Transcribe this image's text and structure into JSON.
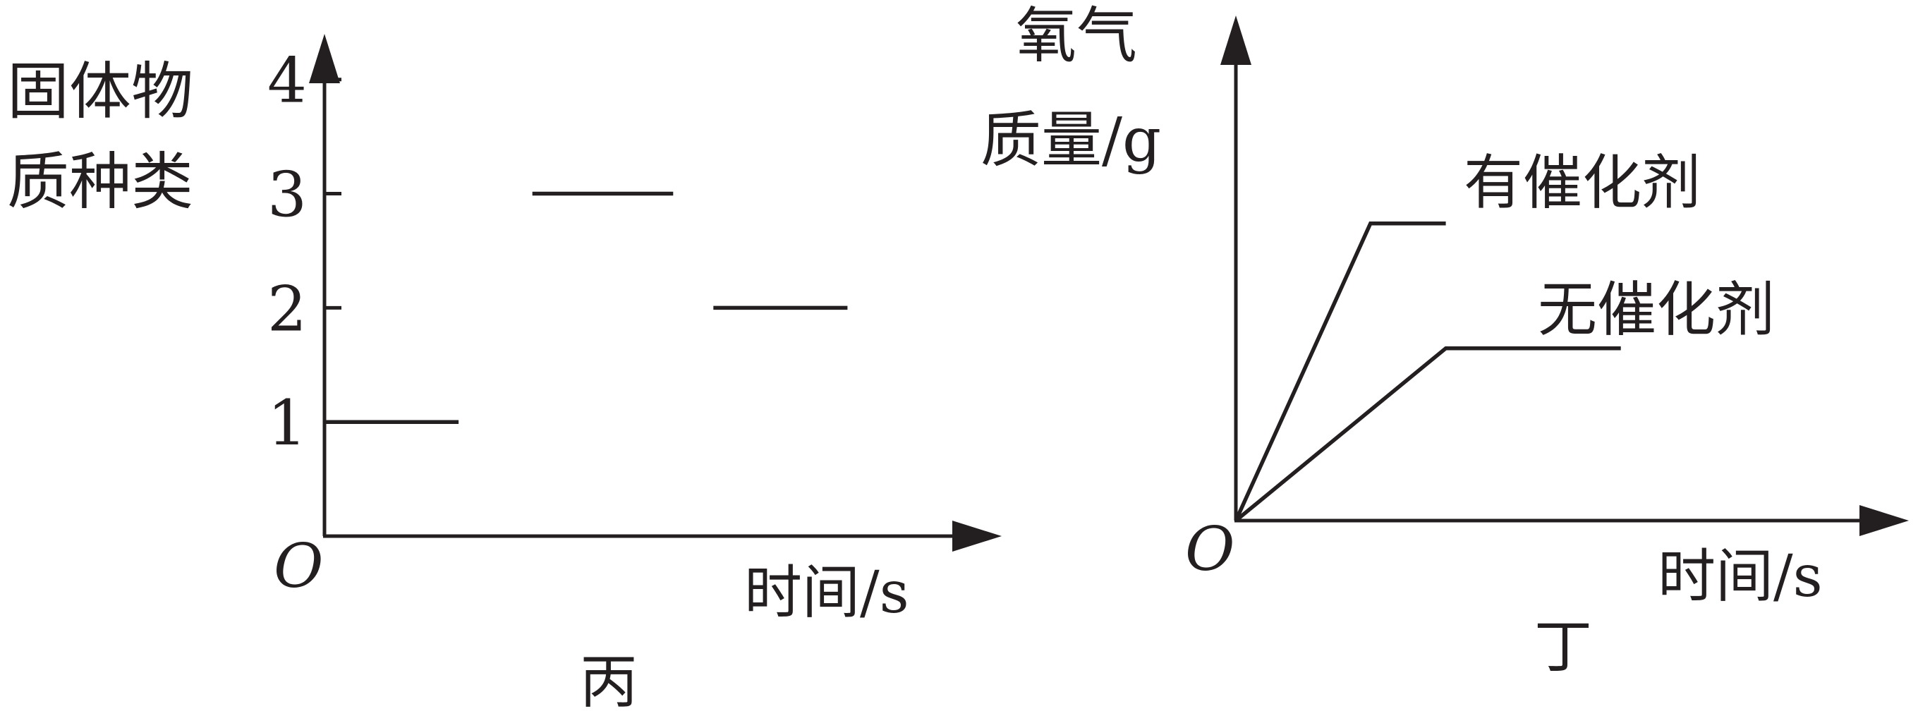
{
  "chart_data": [
    {
      "type": "line",
      "caption": "丙",
      "ylabel": [
        "固体物",
        "质种类"
      ],
      "xlabel": "时间/s",
      "origin_label": "O",
      "yticks": [
        "1",
        "2",
        "3",
        "4"
      ],
      "ylim": [
        0,
        4.4
      ],
      "series": [
        {
          "x": [
            0,
            1
          ],
          "y": [
            1,
            1
          ]
        },
        {
          "x": [
            1.55,
            2.6
          ],
          "y": [
            3,
            3
          ]
        },
        {
          "x": [
            2.9,
            3.9
          ],
          "y": [
            2,
            2
          ]
        }
      ],
      "xlim": [
        0,
        5.05
      ]
    },
    {
      "type": "line",
      "caption": "丁",
      "ylabel": [
        "氧气",
        "质量/g"
      ],
      "xlabel": "时间/s",
      "origin_label": "O",
      "series": [
        {
          "name": "有催化剂",
          "x": [
            0,
            1,
            1.56
          ],
          "y": [
            0,
            1,
            1
          ]
        },
        {
          "name": "无催化剂",
          "x": [
            0,
            1.56,
            2.86
          ],
          "y": [
            0,
            0.58,
            0.58
          ]
        }
      ],
      "xlim": [
        0,
        5.0
      ],
      "ylim": [
        0,
        1.7
      ]
    }
  ]
}
